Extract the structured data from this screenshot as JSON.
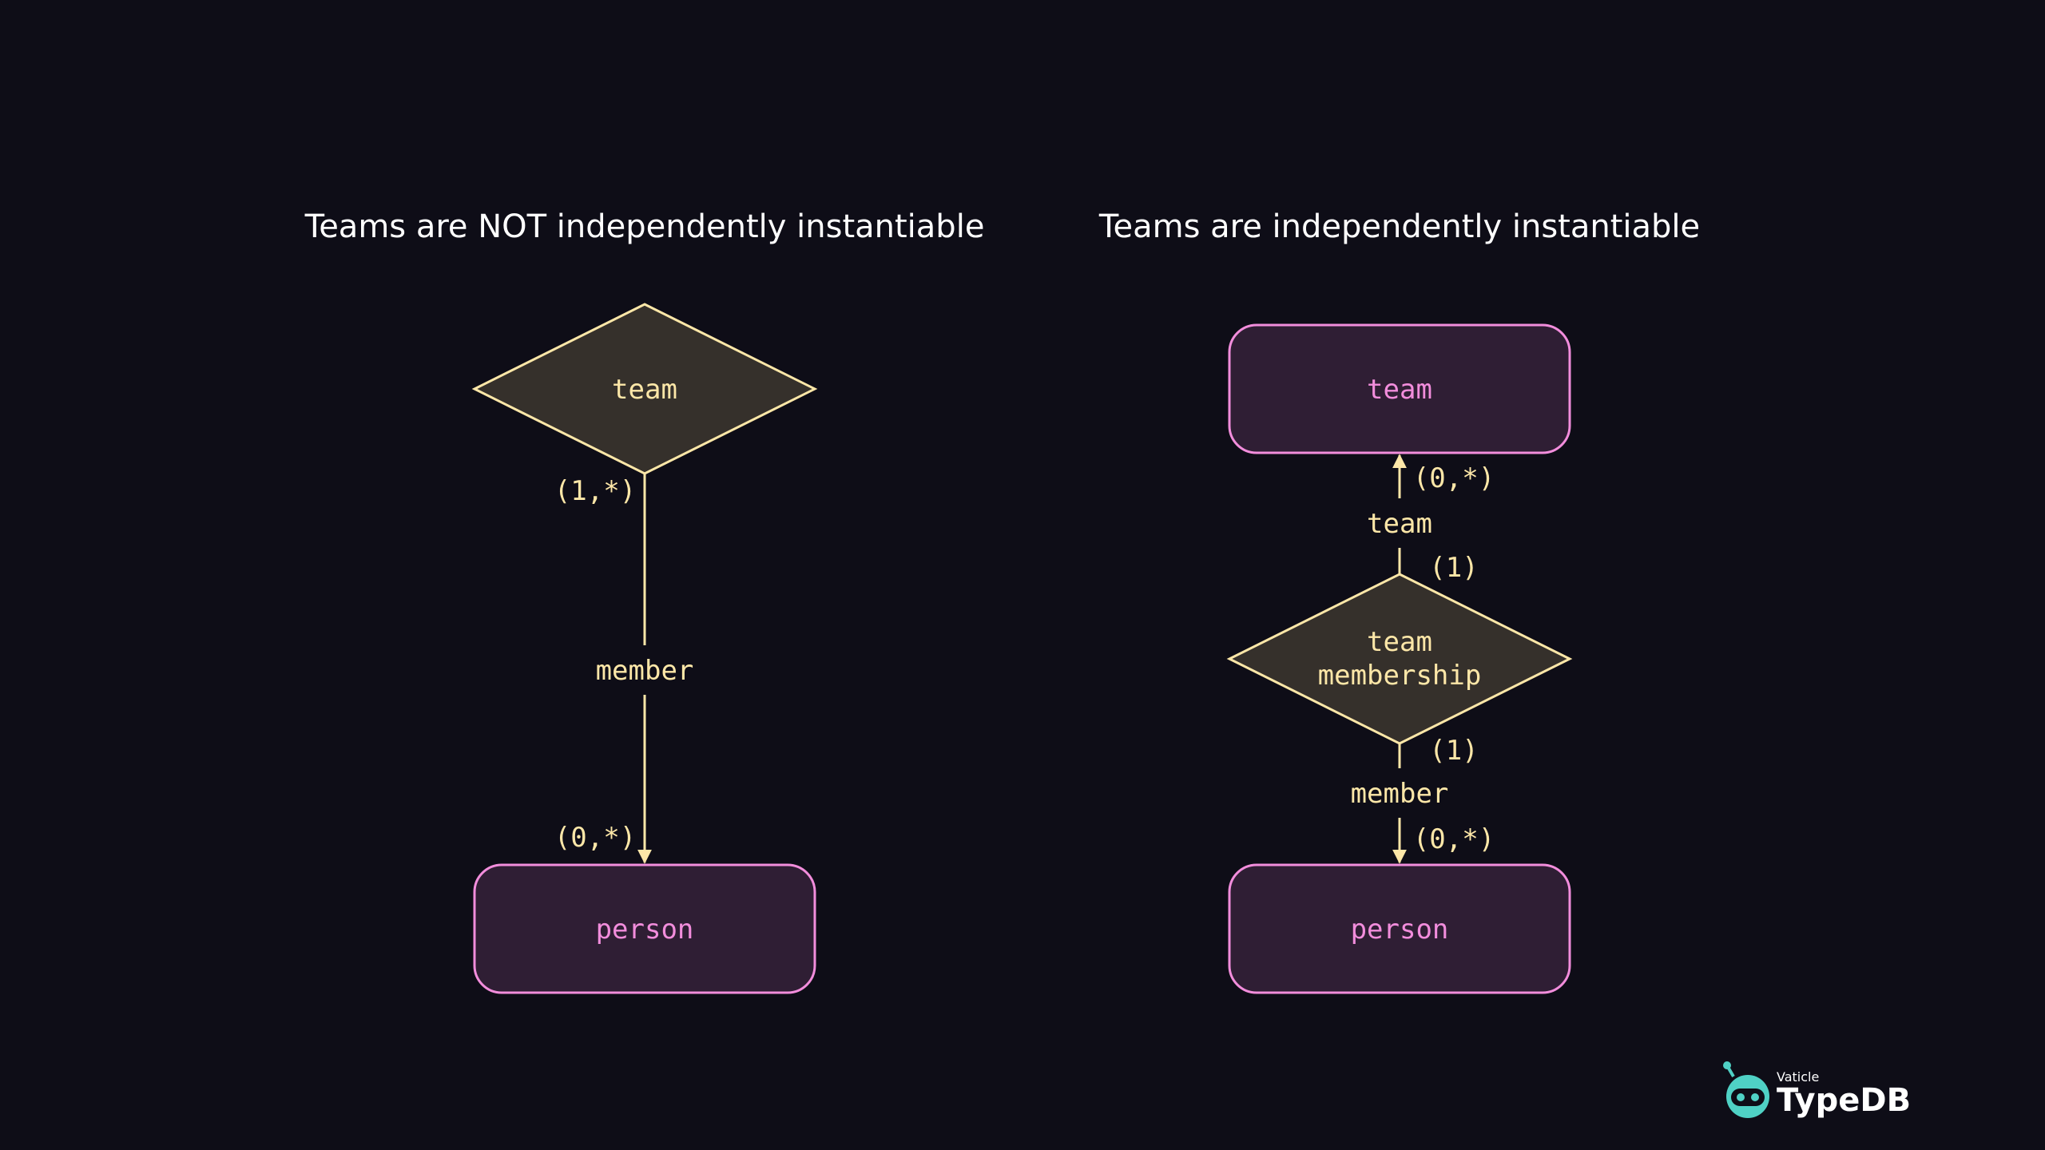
{
  "panels": {
    "left": {
      "title": "Teams are NOT independently instantiable",
      "relation": "team",
      "edge_role": "member",
      "card_relation_side": "(1,*)",
      "card_entity_side": "(0,*)",
      "entity": "person"
    },
    "right": {
      "title": "Teams are independently instantiable",
      "team_entity": "team",
      "upper_card_entity_side": "(0,*)",
      "upper_role": "team",
      "upper_card_relation_side": "(1)",
      "relation_line1": "team",
      "relation_line2": "membership",
      "lower_card_relation_side": "(1)",
      "lower_role": "member",
      "lower_card_entity_side": "(0,*)",
      "person_entity": "person"
    }
  },
  "logo": {
    "company": "Vaticle",
    "brand": "TypeDB"
  },
  "colors": {
    "background": "#0e0d17",
    "relation_stroke": "#fde7a8",
    "relation_fill": "#35302b",
    "entity_stroke": "#f28ddc",
    "entity_fill": "#2f1e34",
    "logo_accent": "#4fd1c5"
  }
}
